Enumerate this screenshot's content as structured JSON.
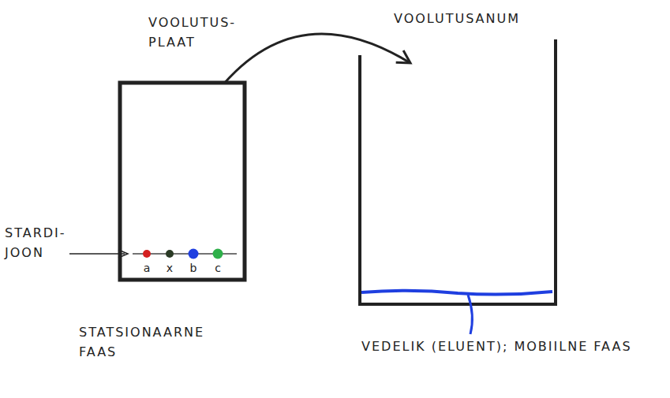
{
  "diagram": {
    "nodes": [
      {
        "text": [
          "VOOLUTUS- PLAAT"
        ]
      },
      {
        "text": [
          "VOOLUTUSANUM"
        ]
      }
    ],
    "edges": [
      {
        "from": 0,
        "to": 1,
        "arrow": "to"
      }
    ],
    "labels": [
      "STARDI- JOON",
      "a",
      "x",
      "b",
      "c",
      "STATSIONAARNE FAAS",
      "VEDELIK (ELUENT); MOBIILNE FAAS"
    ]
  }
}
